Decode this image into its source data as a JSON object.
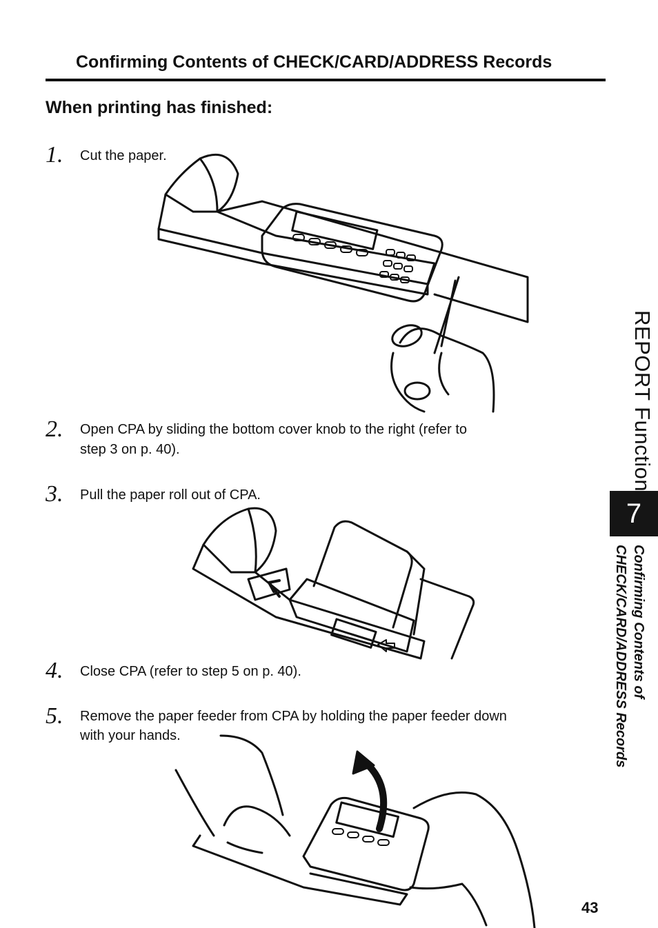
{
  "header": {
    "title": "Confirming Contents of CHECK/CARD/ADDRESS Records"
  },
  "section": {
    "title": "When printing has finished:"
  },
  "steps": [
    {
      "num": "1.",
      "line1": "Cut the paper.",
      "line2": ""
    },
    {
      "num": "2.",
      "line1": "Open CPA by sliding the bottom cover knob to the right (refer to",
      "line2": "step 3 on p. 40)."
    },
    {
      "num": "3.",
      "line1": "Pull the paper roll out of CPA.",
      "line2": ""
    },
    {
      "num": "4.",
      "line1": "Close CPA (refer to step 5 on p. 40).",
      "line2": ""
    },
    {
      "num": "5.",
      "line1": "Remove the paper feeder from CPA by holding the paper feeder down",
      "line2": "with your hands."
    }
  ],
  "side_tab": {
    "chapter_title": "REPORT Function",
    "chapter_number": "7",
    "subtitle_line1": "Confirming Contents of",
    "subtitle_line2": "CHECK/CARD/ADDRESS Records"
  },
  "footer": {
    "page_number": "43"
  }
}
